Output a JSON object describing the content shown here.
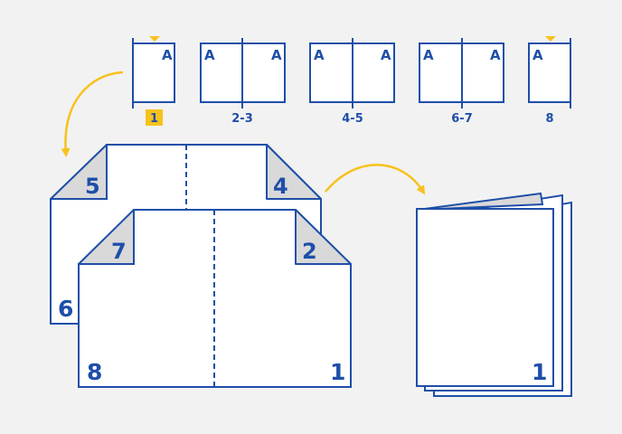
{
  "colors": {
    "background": "#f2f2f2",
    "line": "#1e4fa8",
    "accent": "#f7c21b",
    "fold": "#d9d9d9",
    "paper": "#ffffff"
  },
  "strip": {
    "spreads": [
      {
        "caption": "1",
        "highlight": true,
        "left_letter": "",
        "right_letter": "A",
        "marker": true
      },
      {
        "caption": "2-3",
        "highlight": false,
        "left_letter": "A",
        "right_letter": "A",
        "marker": false
      },
      {
        "caption": "4-5",
        "highlight": false,
        "left_letter": "A",
        "right_letter": "A",
        "marker": false
      },
      {
        "caption": "6-7",
        "highlight": false,
        "left_letter": "A",
        "right_letter": "A",
        "marker": false
      },
      {
        "caption": "8",
        "highlight": false,
        "left_letter": "A",
        "right_letter": "",
        "marker": true
      }
    ]
  },
  "back_sheet": {
    "left_corner": "5",
    "right_corner": "4",
    "bottom_left": "6"
  },
  "front_sheet": {
    "left_corner": "7",
    "right_corner": "2",
    "bottom_left": "8",
    "bottom_right": "1"
  },
  "booklet": {
    "cover_number": "1"
  }
}
